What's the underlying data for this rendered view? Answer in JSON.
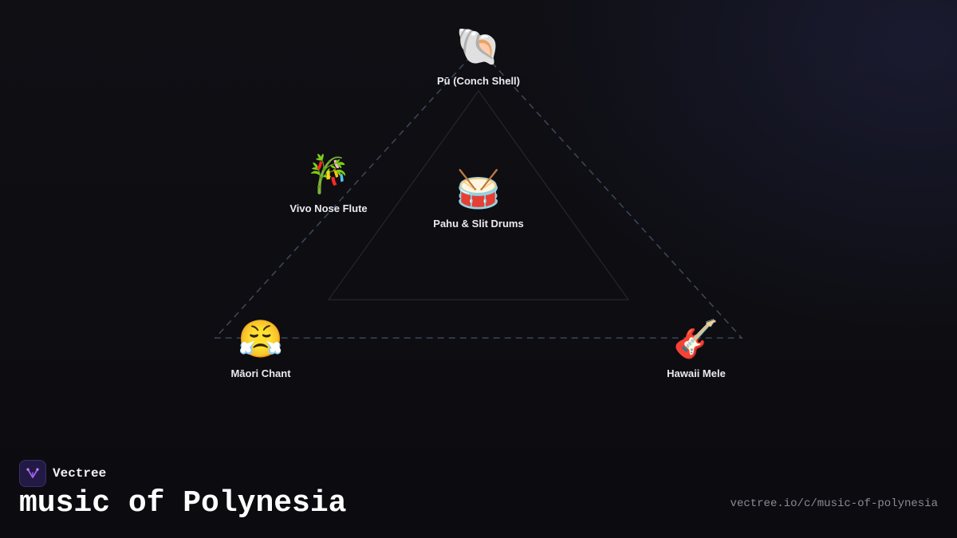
{
  "diagram": {
    "nodes": [
      {
        "id": "pu",
        "emoji": "🐚",
        "icon": "conch-shell-icon",
        "label": "Pū (Conch Shell)"
      },
      {
        "id": "vivo",
        "emoji": "🎋",
        "icon": "bamboo-icon",
        "label": "Vivo Nose Flute"
      },
      {
        "id": "pahu",
        "emoji": "🥁",
        "icon": "drum-icon",
        "label": "Pahu & Slit Drums"
      },
      {
        "id": "maori",
        "emoji": "😤",
        "icon": "huffing-face-icon",
        "label": "Māori Chant"
      },
      {
        "id": "hawaii",
        "emoji": "🎸",
        "icon": "guitar-icon",
        "label": "Hawaii Mele"
      }
    ]
  },
  "brand": {
    "name": "Vectree",
    "logo_icon": "vectree-logo-icon",
    "accent": "#a35cf0"
  },
  "footer": {
    "title": "music of Polynesia",
    "url": "vectree.io/c/music-of-polynesia"
  },
  "colors": {
    "background": "#0e0e12",
    "outer_triangle": "#3a4658",
    "inner_triangle": "#2a2c33",
    "label": "#e9e9ee"
  }
}
